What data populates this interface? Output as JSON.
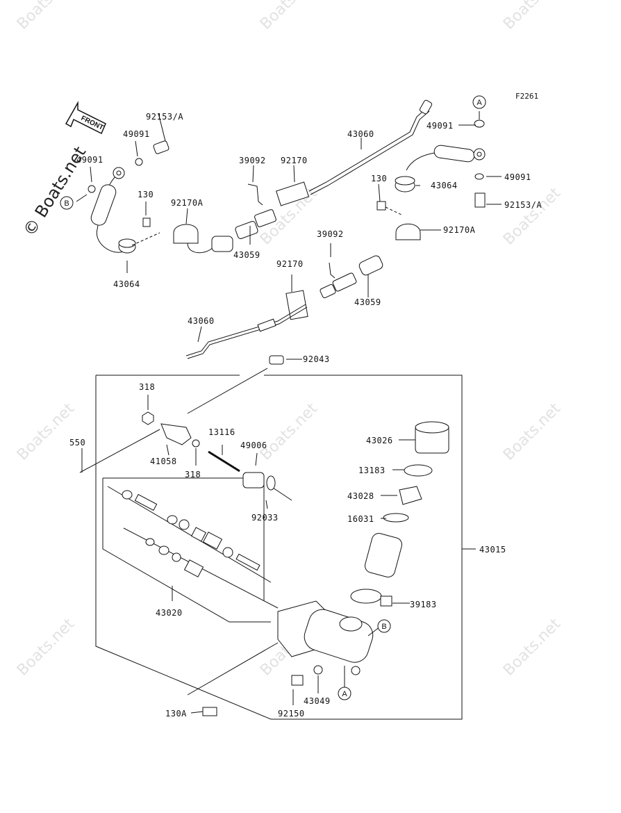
{
  "figure_code": "F2261",
  "watermark": "Boats.net",
  "watermark_main": "© Boats.net",
  "front_arrow": "FRONT",
  "parts": {
    "p92153A_top": "92153/A",
    "p49091_top": "49091",
    "p49091_left": "49091",
    "p130_left": "130",
    "p92170A_left": "92170A",
    "p43064_left": "43064",
    "p39092_top": "39092",
    "p92170_top": "92170",
    "p43059_left": "43059",
    "p43060_top": "43060",
    "p49091_right": "49091",
    "p130_right": "130",
    "p43064_right": "43064",
    "p49091_right2": "49091",
    "p92153A_right": "92153/A",
    "p92170A_right": "92170A",
    "p39092_mid": "39092",
    "p92170_mid": "92170",
    "p43059_right": "43059",
    "p43060_bottom": "43060",
    "p92043": "92043",
    "p318_top": "318",
    "p550": "550",
    "p41058": "41058",
    "p318_bottom": "318",
    "p13116": "13116",
    "p49006": "49006",
    "p92033": "92033",
    "p43026": "43026",
    "p13183": "13183",
    "p43028": "43028",
    "p16031": "16031",
    "p43015": "43015",
    "p39183": "39183",
    "p43020": "43020",
    "p43049": "43049",
    "p92150": "92150",
    "p130A": "130A"
  },
  "callouts": {
    "A": "A",
    "B": "B"
  }
}
